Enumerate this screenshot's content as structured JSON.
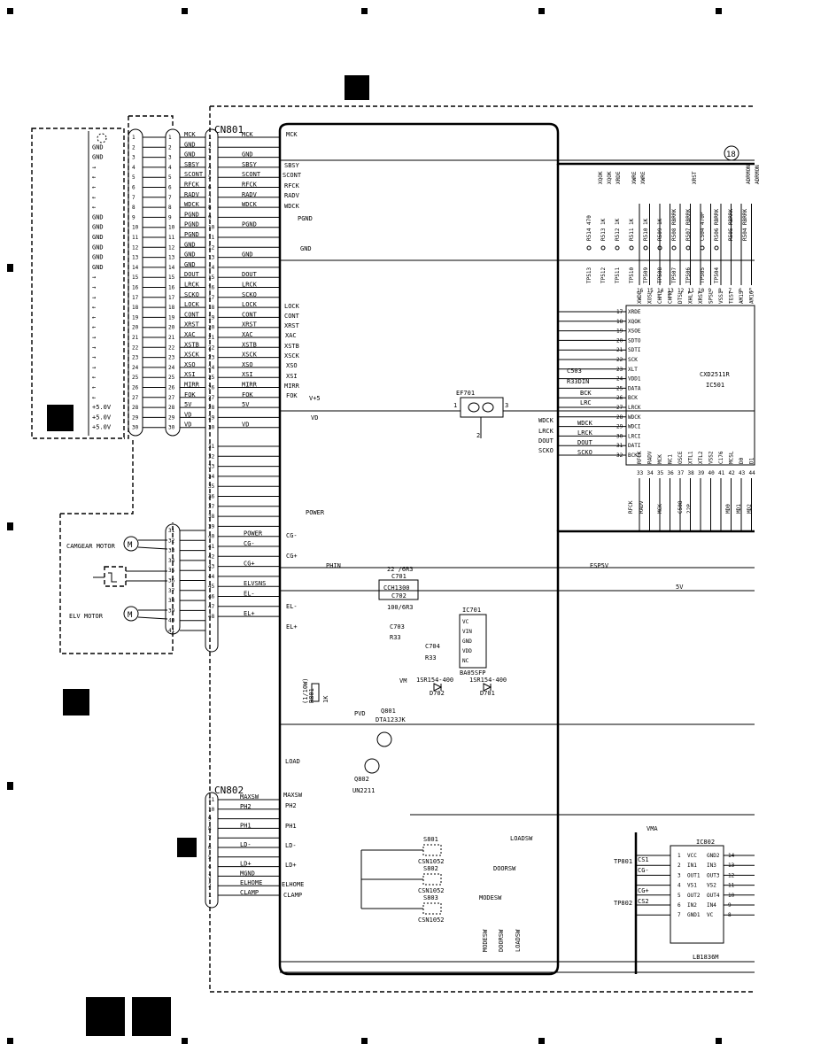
{
  "sheet": {
    "board_tag": "",
    "ref_marker": "18"
  },
  "connector_cn801": {
    "label": "CN801",
    "pins_left": [
      {
        "n": "1",
        "sig": "MCK"
      },
      {
        "n": "2",
        "sig": "GND"
      },
      {
        "n": "3",
        "sig": "GND"
      },
      {
        "n": "4",
        "sig": "SBSY"
      },
      {
        "n": "5",
        "sig": "SCONT"
      },
      {
        "n": "6",
        "sig": "RFCK"
      },
      {
        "n": "7",
        "sig": "RADV"
      },
      {
        "n": "8",
        "sig": "WDCK"
      },
      {
        "n": "9",
        "sig": "PGND"
      },
      {
        "n": "10",
        "sig": "PGND"
      },
      {
        "n": "11",
        "sig": "PGND"
      },
      {
        "n": "12",
        "sig": "GND"
      },
      {
        "n": "13",
        "sig": "GND"
      },
      {
        "n": "14",
        "sig": "GND"
      },
      {
        "n": "15",
        "sig": "DOUT"
      },
      {
        "n": "16",
        "sig": "LRCK"
      },
      {
        "n": "17",
        "sig": "SCKO"
      },
      {
        "n": "18",
        "sig": "LOCK"
      },
      {
        "n": "19",
        "sig": "CONT"
      },
      {
        "n": "20",
        "sig": "XRST"
      },
      {
        "n": "21",
        "sig": "XAC"
      },
      {
        "n": "22",
        "sig": "XSTB"
      },
      {
        "n": "23",
        "sig": "XSCK"
      },
      {
        "n": "24",
        "sig": "XSO"
      },
      {
        "n": "25",
        "sig": "XSI"
      },
      {
        "n": "26",
        "sig": "MIRR"
      },
      {
        "n": "27",
        "sig": "FOK"
      },
      {
        "n": "28",
        "sig": "5V"
      },
      {
        "n": "29",
        "sig": "VD"
      },
      {
        "n": "30",
        "sig": "VD"
      }
    ],
    "pins_right": [
      {
        "n": "1",
        "sig": "MCK"
      },
      {
        "n": "2",
        "sig": ""
      },
      {
        "n": "3",
        "sig": "GND"
      },
      {
        "n": "4",
        "sig": "SBSY"
      },
      {
        "n": "5",
        "sig": "SCONT"
      },
      {
        "n": "6",
        "sig": "RFCK"
      },
      {
        "n": "7",
        "sig": "RADV"
      },
      {
        "n": "8",
        "sig": "WDCK"
      },
      {
        "n": "9",
        "sig": ""
      },
      {
        "n": "10",
        "sig": "PGND"
      },
      {
        "n": "11",
        "sig": ""
      },
      {
        "n": "12",
        "sig": ""
      },
      {
        "n": "13",
        "sig": "GND"
      },
      {
        "n": "14",
        "sig": ""
      },
      {
        "n": "15",
        "sig": "DOUT"
      },
      {
        "n": "16",
        "sig": "LRCK"
      },
      {
        "n": "17",
        "sig": "SCKO"
      },
      {
        "n": "18",
        "sig": "LOCK"
      },
      {
        "n": "19",
        "sig": "CONT"
      },
      {
        "n": "20",
        "sig": "XRST"
      },
      {
        "n": "21",
        "sig": "XAC"
      },
      {
        "n": "22",
        "sig": "XSTB"
      },
      {
        "n": "23",
        "sig": "XSCK"
      },
      {
        "n": "24",
        "sig": "XSO"
      },
      {
        "n": "25",
        "sig": "XSI"
      },
      {
        "n": "26",
        "sig": "MIRR"
      },
      {
        "n": "27",
        "sig": "FOK"
      },
      {
        "n": "28",
        "sig": "5V"
      },
      {
        "n": "29",
        "sig": ""
      },
      {
        "n": "30",
        "sig": "VD"
      }
    ],
    "pins_lower": [
      {
        "n": "31",
        "sig": ""
      },
      {
        "n": "32",
        "sig": ""
      },
      {
        "n": "33",
        "sig": ""
      },
      {
        "n": "34",
        "sig": ""
      },
      {
        "n": "35",
        "sig": ""
      },
      {
        "n": "36",
        "sig": ""
      },
      {
        "n": "37",
        "sig": ""
      },
      {
        "n": "38",
        "sig": ""
      },
      {
        "n": "39",
        "sig": ""
      },
      {
        "n": "40",
        "sig": "POWER"
      },
      {
        "n": "41",
        "sig": "CG-"
      },
      {
        "n": "42",
        "sig": ""
      },
      {
        "n": "43",
        "sig": "CG+"
      },
      {
        "n": "44",
        "sig": ""
      },
      {
        "n": "45",
        "sig": "ELVSNS"
      },
      {
        "n": "46",
        "sig": "EL-"
      },
      {
        "n": "47",
        "sig": ""
      },
      {
        "n": "48",
        "sig": "EL+"
      }
    ]
  },
  "left_board": {
    "io_labels": [
      "",
      "GND",
      "GND",
      "→",
      "←",
      "←",
      "←",
      "←",
      "GND",
      "GND",
      "GND",
      "GND",
      "GND",
      "GND",
      "→",
      "→",
      "→",
      "←",
      "←",
      "←",
      "→",
      "→",
      "→",
      "→",
      "←",
      "←",
      "←",
      "+5.0V",
      "+5.0V",
      "+5.0V"
    ],
    "lower_pins": [
      "31",
      "32",
      "33",
      "34",
      "35",
      "36",
      "37",
      "38",
      "39",
      "40",
      "41"
    ],
    "camgear_motor": "CAMGEAR MOTOR",
    "elv_motor": "ELV MOTOR",
    "motor_symbol": "M"
  },
  "connector_cn802": {
    "label": "CN802",
    "pins": [
      {
        "n": "11",
        "sig": "MAXSW"
      },
      {
        "n": "10",
        "sig": "PH2"
      },
      {
        "n": "9",
        "sig": ""
      },
      {
        "n": "8",
        "sig": "PH1"
      },
      {
        "n": "7",
        "sig": ""
      },
      {
        "n": "6",
        "sig": "LD-"
      },
      {
        "n": "5",
        "sig": ""
      },
      {
        "n": "4",
        "sig": "LD+"
      },
      {
        "n": "3",
        "sig": "MGND"
      },
      {
        "n": "2",
        "sig": "ELHOME"
      },
      {
        "n": "1",
        "sig": "CLAMP"
      }
    ]
  },
  "net_labels": {
    "mck": "MCK",
    "sbsy": "SBSY",
    "scont": "SCONT",
    "rfck": "RFCK",
    "radv": "RADV",
    "wdck": "WDCK",
    "pgnd": "PGND",
    "gnd": "GND",
    "lock": "LOCK",
    "cont": "CONT",
    "xrst": "XRST",
    "xac": "XAC",
    "xstb": "XSTB",
    "xsck": "XSCK",
    "xso": "XSO",
    "xsi": "XSI",
    "mirr": "MIRR",
    "fok": "FOK",
    "v5": "V+5",
    "vd": "VD",
    "power": "POWER",
    "cgm": "CG-",
    "cgp": "CG+",
    "phin": "PHIN",
    "elm": "EL-",
    "elp": "EL+",
    "esp5v": "ESP5V",
    "fivev": "5V",
    "pvd": "PVD",
    "load": "LOAD",
    "maxsw": "MAXSW",
    "ph2": "PH2",
    "ph1": "PH1",
    "ldm": "LD-",
    "ldp": "LD+",
    "elhome": "ELHOME",
    "clamp": "CLAMP",
    "vm": "VM",
    "vma": "VMA",
    "loadsw": "LOADSW",
    "doorsw": "DOORSW",
    "modesw": "MODESW",
    "wdck2": "WDCK",
    "lrck2": "LRCK",
    "dout2": "DOUT",
    "scko2": "SCKO"
  },
  "ic501": {
    "ref": "IC501",
    "part": "CXD2511R",
    "left_pins": [
      {
        "n": "17",
        "sig": "XRDE"
      },
      {
        "n": "18",
        "sig": "XQOK"
      },
      {
        "n": "19",
        "sig": "XSOE"
      },
      {
        "n": "20",
        "sig": "SDTO"
      },
      {
        "n": "21",
        "sig": "SDTI"
      },
      {
        "n": "22",
        "sig": "SCK"
      },
      {
        "n": "23",
        "sig": "XLT"
      },
      {
        "n": "24",
        "sig": "VDD1"
      },
      {
        "n": "25",
        "sig": "DATA"
      },
      {
        "n": "26",
        "sig": "BCK"
      },
      {
        "n": "27",
        "sig": "LRCK"
      },
      {
        "n": "28",
        "sig": "WDCK"
      },
      {
        "n": "29",
        "sig": "WDCI"
      },
      {
        "n": "30",
        "sig": "LRCI"
      },
      {
        "n": "31",
        "sig": "DATI"
      },
      {
        "n": "32",
        "sig": "BCKI"
      }
    ],
    "top_pins": [
      {
        "n": "16",
        "sig": "XWDE"
      },
      {
        "n": "15",
        "sig": "XOSL"
      },
      {
        "n": "14",
        "sig": "CHM1"
      },
      {
        "n": "13",
        "sig": "CHM0"
      },
      {
        "n": "12",
        "sig": "DTSL"
      },
      {
        "n": "11",
        "sig": "XHLT"
      },
      {
        "n": "10",
        "sig": "XRST"
      },
      {
        "n": "9",
        "sig": "SPSL"
      },
      {
        "n": "8",
        "sig": "VSS1"
      },
      {
        "n": "7",
        "sig": "TEST"
      },
      {
        "n": "6",
        "sig": "AM15"
      },
      {
        "n": "5",
        "sig": "AM16"
      }
    ],
    "bottom_pins": [
      {
        "n": "33",
        "sig": "RFCK"
      },
      {
        "n": "34",
        "sig": "RADV"
      },
      {
        "n": "35",
        "sig": "MCK"
      },
      {
        "n": "36",
        "sig": "NC1"
      },
      {
        "n": "37",
        "sig": "OSCE"
      },
      {
        "n": "38",
        "sig": "XTL1"
      },
      {
        "n": "39",
        "sig": "XTL2"
      },
      {
        "n": "40",
        "sig": "VSS2"
      },
      {
        "n": "41",
        "sig": "C176"
      },
      {
        "n": "42",
        "sig": "MCSL"
      },
      {
        "n": "43",
        "sig": "D0"
      },
      {
        "n": "44",
        "sig": "D1"
      }
    ],
    "top_nets": [
      "XQOK",
      "XQOK",
      "XRDE",
      "XWRE",
      "XWRE",
      "XRST",
      "ADRMON",
      "ADRMON"
    ],
    "top_refs": [
      "R514 470",
      "R513 1K",
      "R512 1K",
      "R511 1K",
      "R510 1K",
      "R509 1K",
      "R508 RBRRK",
      "R507 RBRRK",
      "C504 470P",
      "R506 RBRRK",
      "R505 RBRRK",
      "R504 RBRRK"
    ],
    "tps": [
      "TP513",
      "TP512",
      "TP511",
      "TP510",
      "TP509",
      "TP508",
      "TP507",
      "TP506",
      "TP505",
      "TP504"
    ],
    "bottom_nets": [
      "RFCK",
      "RADV",
      "MCK",
      "C508",
      "22P",
      "MD0",
      "MD1",
      "MD2"
    ],
    "c503": "C503",
    "r33din": "R33DIN",
    "bck": "BCK",
    "lrc": "LRC",
    "wdck": "WDCK",
    "lrck": "LRCK",
    "dout": "DOUT",
    "scko": "SCKO"
  },
  "ef701": {
    "ref": "EF701",
    "p1": "1",
    "p2": "3",
    "p3": "2"
  },
  "caps": {
    "c701_val": "22 /6R3",
    "c701": "C701",
    "c702": "C702",
    "c702_part": "CCH1300",
    "c702_val": "100/6R3",
    "c703": "C703",
    "r33": "R33",
    "c704": "C704",
    "r33b": "R33"
  },
  "ic701": {
    "ref": "IC701",
    "part": "BA05SFP",
    "pins": [
      "VC",
      "VIN",
      "GND",
      "VDD",
      "NC"
    ]
  },
  "diodes": {
    "d702": "D702",
    "d701": "D701",
    "d702_part": "1SR154-400",
    "d701_part": "1SR154-400"
  },
  "q801": {
    "ref": "Q801",
    "part": "DTA123JK"
  },
  "q802": {
    "ref": "Q802",
    "part": "UN2211"
  },
  "r801": {
    "ref": "R801",
    "val": "1K",
    "note": "(1/10W)"
  },
  "switches": [
    {
      "ref": "S801",
      "part": "CSN1052"
    },
    {
      "ref": "S802",
      "part": "CSN1052"
    },
    {
      "ref": "S803",
      "part": "CSN1052"
    }
  ],
  "ic802": {
    "ref": "IC802",
    "part": "LB1836M",
    "left_pins": [
      {
        "n": "1",
        "sig": "VCC"
      },
      {
        "n": "2",
        "sig": "IN1"
      },
      {
        "n": "3",
        "sig": "OUT1"
      },
      {
        "n": "4",
        "sig": "VS1"
      },
      {
        "n": "5",
        "sig": "OUT2"
      },
      {
        "n": "6",
        "sig": "IN2"
      },
      {
        "n": "7",
        "sig": "GND1"
      }
    ],
    "right_pins": [
      {
        "n": "14",
        "sig": "GND2"
      },
      {
        "n": "13",
        "sig": "IN3"
      },
      {
        "n": "12",
        "sig": "OUT3"
      },
      {
        "n": "11",
        "sig": "VS2"
      },
      {
        "n": "10",
        "sig": "OUT4"
      },
      {
        "n": "9",
        "sig": "IN4"
      },
      {
        "n": "8",
        "sig": "VC"
      }
    ],
    "tp801": "TP801",
    "tp802": "TP802",
    "cs1": "CS1",
    "cs2": "CS2",
    "cgm": "CG-",
    "cgp": "CG+"
  }
}
